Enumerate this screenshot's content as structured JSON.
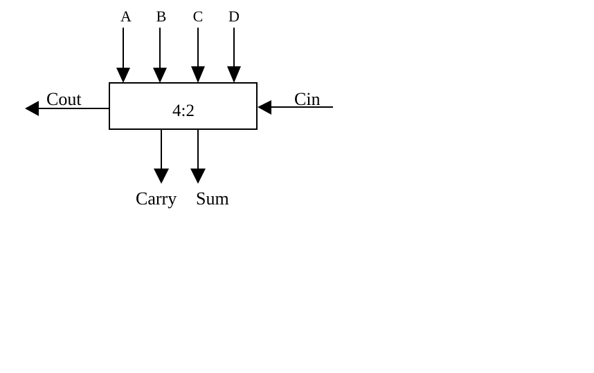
{
  "block": {
    "label": "4:2"
  },
  "inputs": {
    "a": "A",
    "b": "B",
    "c": "C",
    "d": "D",
    "cin": "Cin"
  },
  "outputs": {
    "cout": "Cout",
    "carry": "Carry",
    "sum": "Sum"
  },
  "colors": {
    "stroke": "#000000",
    "background": "#ffffff"
  }
}
